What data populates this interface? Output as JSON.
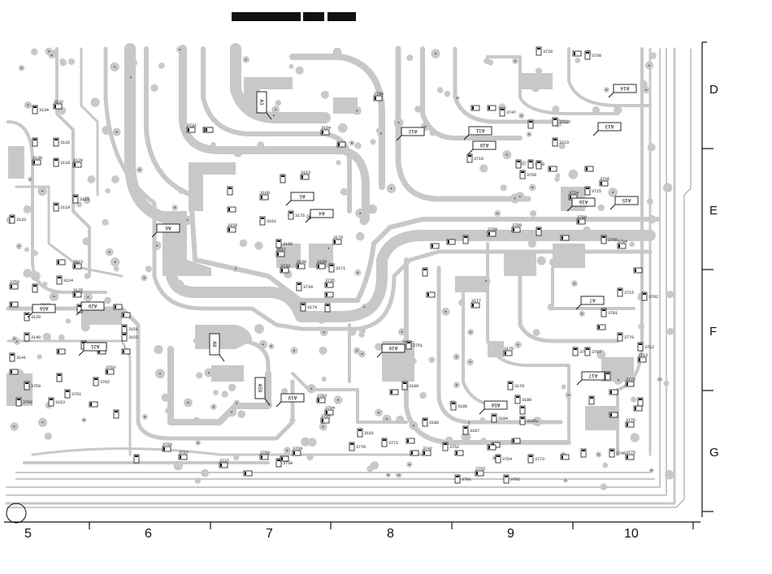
{
  "colors": {
    "copper": "#c8c8c8",
    "board": "#ffffff",
    "ink": "#111111"
  },
  "grid": {
    "columns": [
      "5",
      "6",
      "7",
      "8",
      "9",
      "10"
    ],
    "rows": [
      "D",
      "E",
      "F",
      "G"
    ]
  },
  "test_point_flags": [
    "A3",
    "A5",
    "A4",
    "A6",
    "A7",
    "A8",
    "A12",
    "A11",
    "A10",
    "A13",
    "A14",
    "A15",
    "A16",
    "A17",
    "A18",
    "A19",
    "A20",
    "A21",
    "A58",
    "A59",
    "A56"
  ],
  "components": [
    "3133",
    "3134",
    "3135",
    "3130",
    "3132",
    "3116",
    "3118",
    "3119",
    "3120",
    "3121",
    "3122",
    "3123",
    "3124",
    "3125",
    "3126",
    "3128",
    "3129",
    "3140",
    "3141",
    "3142",
    "3143",
    "3145",
    "3146",
    "3147",
    "3150",
    "3151",
    "3152",
    "3153",
    "3154",
    "3155",
    "3156",
    "3157",
    "3158",
    "3159",
    "3160",
    "3161",
    "3162",
    "3163",
    "3164",
    "3165",
    "3166",
    "3167",
    "3168",
    "3169",
    "3170",
    "3171",
    "3172",
    "3174",
    "3175",
    "3176",
    "3177",
    "3178",
    "3179",
    "3180",
    "3181",
    "3182",
    "3183",
    "3184",
    "3185",
    "3186",
    "3187",
    "3188",
    "3189",
    "3190",
    "3191",
    "3701",
    "3702",
    "3703",
    "3704",
    "3705",
    "3706",
    "3707",
    "3708",
    "3709",
    "3710",
    "3711",
    "3712",
    "3713",
    "3714",
    "3715",
    "3716",
    "3717",
    "3718",
    "3719",
    "3720",
    "3721",
    "3722",
    "3723",
    "3724",
    "3725",
    "3726",
    "3727",
    "3728",
    "3729",
    "3730",
    "3731",
    "3732",
    "3733",
    "3734",
    "3735",
    "3736",
    "3737",
    "3738",
    "3739",
    "3740",
    "3741",
    "3742",
    "3743",
    "3744",
    "3745",
    "3746",
    "3747",
    "3748",
    "3749",
    "3750",
    "3751",
    "3752",
    "3753",
    "3754",
    "3755",
    "3756",
    "3757",
    "3758",
    "3759",
    "3760",
    "3761",
    "3762",
    "3763",
    "3764",
    "3765",
    "3766",
    "3767",
    "3768",
    "3769",
    "3770",
    "3771",
    "3772",
    "3773",
    "3774",
    "3775",
    "3776",
    "3777",
    "3778",
    "3779",
    "3780",
    "3781",
    "3782",
    "3783",
    "3784",
    "3785",
    "3786",
    "3787",
    "3788",
    "3789",
    "3790"
  ]
}
